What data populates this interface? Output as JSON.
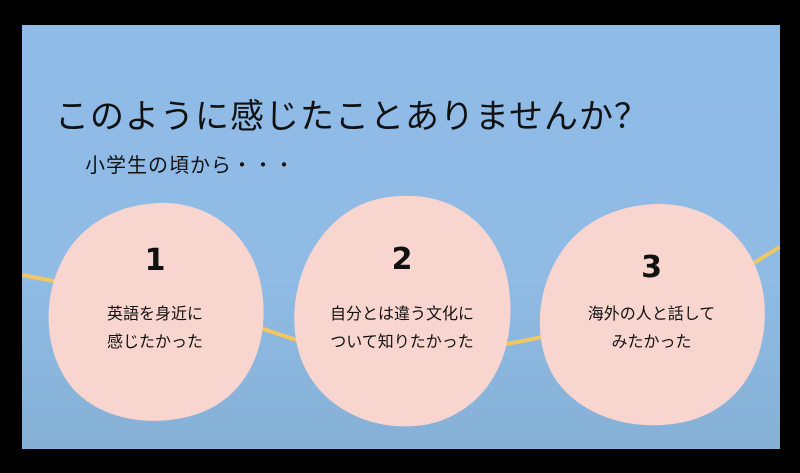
{
  "slide": {
    "title": "このように感じたことありませんか？",
    "subtitle": "小学生の頃から・・・",
    "items": [
      {
        "number": "1",
        "line1": "英語を身近に",
        "line2": "感じたかった"
      },
      {
        "number": "2",
        "line1": "自分とは違う文化に",
        "line2": "ついて知りたかった"
      },
      {
        "number": "3",
        "line1": "海外の人と話して",
        "line2": "みたかった"
      }
    ]
  },
  "colors": {
    "background": "#8fbbe6",
    "blob": "#f8d6cf",
    "wave": "#f2c760",
    "frame": "#000000"
  }
}
